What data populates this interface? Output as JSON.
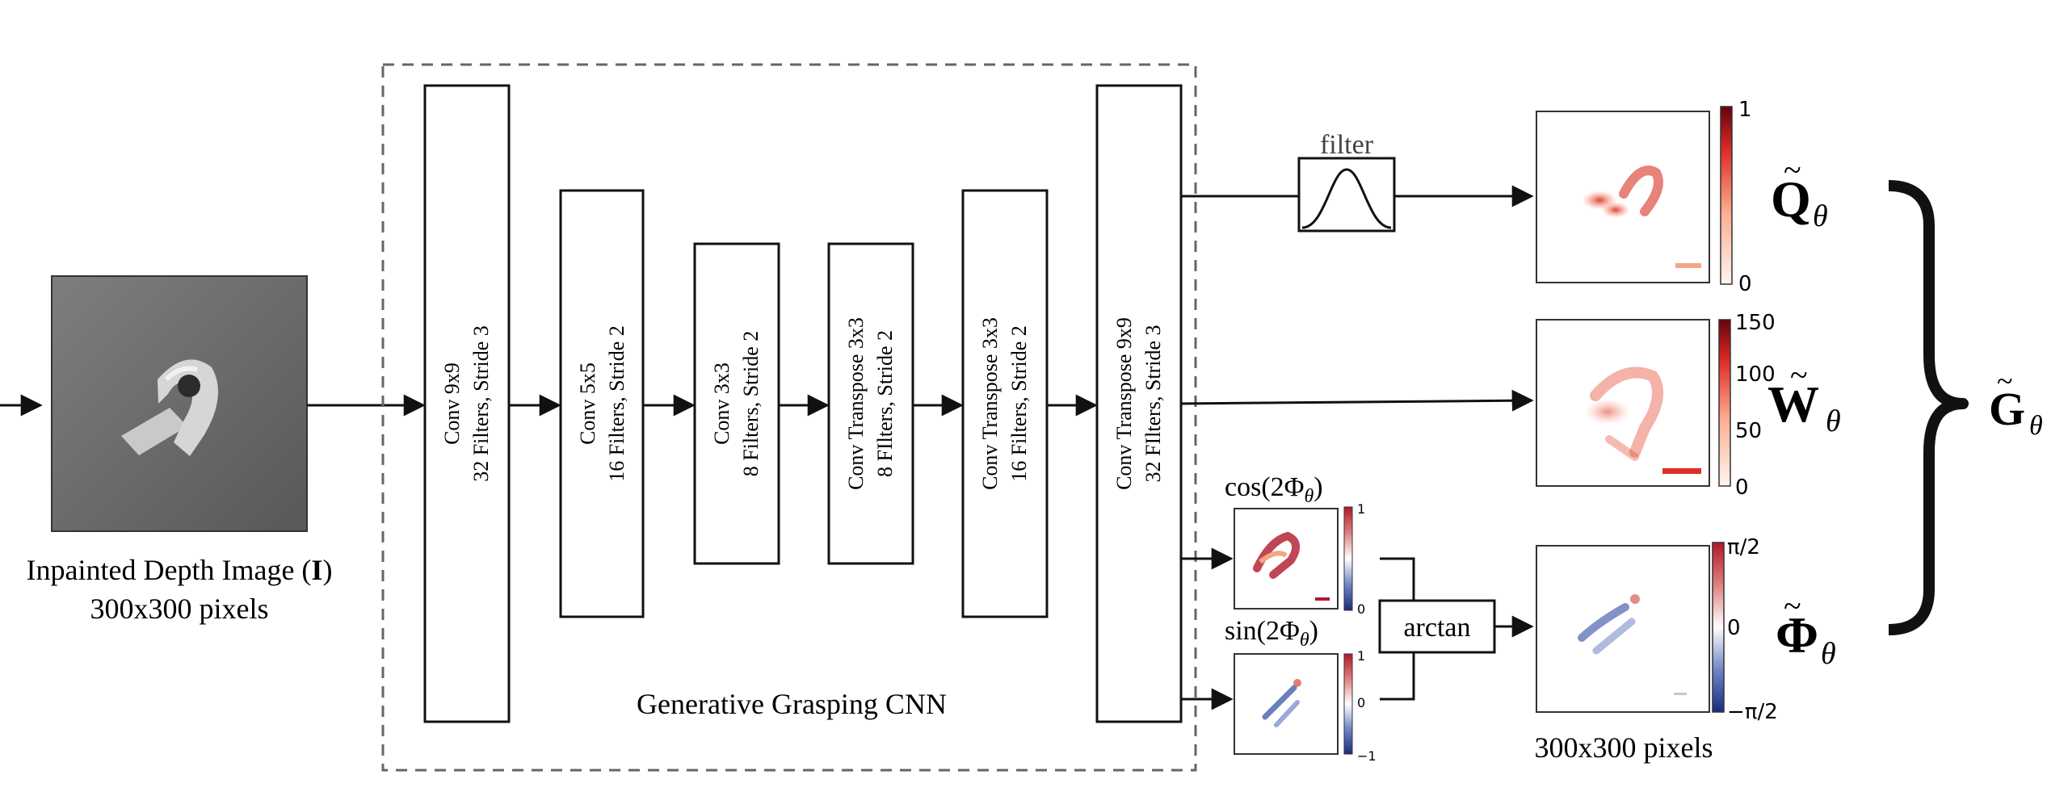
{
  "input": {
    "caption_line1": "Inpainted Depth Image (",
    "caption_bold": "I",
    "caption_line1_end": ")",
    "caption_line2": "300x300 pixels"
  },
  "network": {
    "title": "Generative Grasping CNN",
    "layers": [
      {
        "line1": "Conv 9x9",
        "line2": "32 Filters, Stride 3"
      },
      {
        "line1": "Conv 5x5",
        "line2": "16 Filters, Stride 2"
      },
      {
        "line1": "Conv 3x3",
        "line2": "8 Filters, Stride 2"
      },
      {
        "line1": "Conv Transpose 3x3",
        "line2": "8 FIlters, Stride 2"
      },
      {
        "line1": "Conv Transpose 3x3",
        "line2": "16 Filters, Stride 2"
      },
      {
        "line1": "Conv Transpose 9x9",
        "line2": "32 FIlters, Stride 3"
      }
    ]
  },
  "filter": {
    "label": "filter"
  },
  "arctan": {
    "label": "arctan"
  },
  "small_maps": {
    "cos": {
      "label": "cos(2Φ",
      "sub": "θ",
      "close": ")",
      "ticks": [
        "1",
        "0"
      ]
    },
    "sin": {
      "label": "sin(2Φ",
      "sub": "θ",
      "close": ")",
      "ticks": [
        "1",
        "0",
        "−1"
      ]
    }
  },
  "outputs": {
    "quality": {
      "symbol": "Q",
      "sub": "θ",
      "ticks": [
        "1",
        "0"
      ]
    },
    "width": {
      "symbol": "W",
      "sub": "θ",
      "ticks": [
        "150",
        "100",
        "50",
        "0"
      ]
    },
    "angle": {
      "symbol": "Φ",
      "sub": "θ",
      "ticks": [
        "π/2",
        "0",
        "−π/2"
      ]
    },
    "caption": "300x300 pixels"
  },
  "grasp": {
    "symbol": "G",
    "sub": "θ"
  },
  "colors": {
    "red": "#b2182b",
    "blue": "#2b4aa0",
    "dashed": "#666666",
    "line": "#111111"
  }
}
